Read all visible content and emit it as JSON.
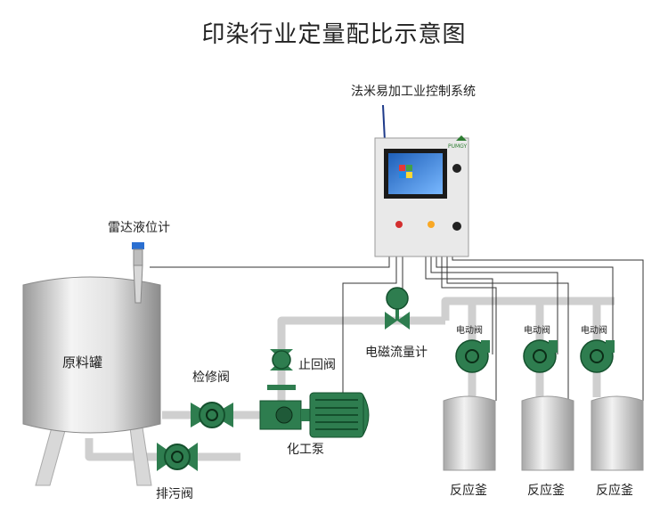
{
  "diagram": {
    "title": "印染行业定量配比示意图",
    "labels": {
      "control_system": "法米易加工业控制系统",
      "radar_level": "雷达液位计",
      "raw_tank": "原料罐",
      "maintenance_valve": "检修阀",
      "check_valve": "止回阀",
      "flowmeter": "电磁流量计",
      "chemical_pump": "化工泵",
      "drain_valve": "排污阀",
      "electric_valve_1": "电动阀",
      "electric_valve_2": "电动阀",
      "electric_valve_3": "电动阀",
      "reactor_1": "反应釜",
      "reactor_2": "反应釜",
      "reactor_3": "反应釜"
    },
    "cabinet_logo": "PUMGY"
  },
  "colors": {
    "pipe": "#cfcfcf",
    "equipment_green": "#2e7d4f",
    "cabinet": "#e9e9e9",
    "wire": "#333333"
  }
}
